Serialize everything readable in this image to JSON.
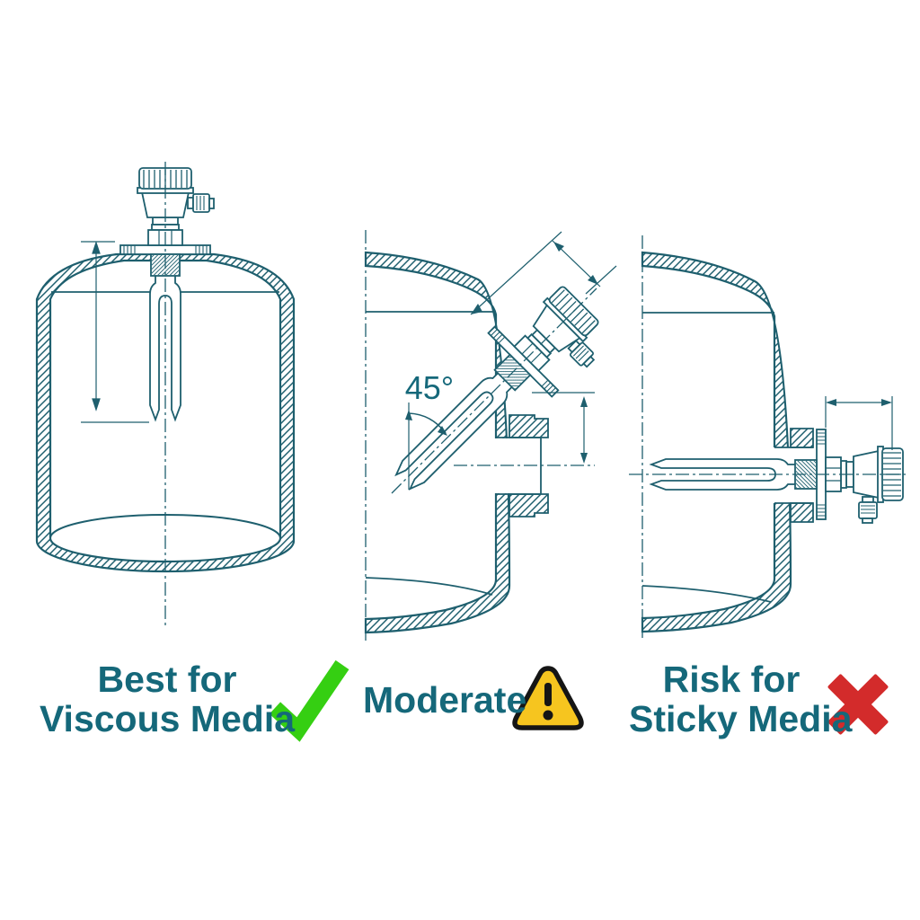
{
  "canvas": {
    "background": "#ffffff"
  },
  "colors": {
    "line": "#1e5f6e",
    "label_text": "#15687a",
    "check_green": "#35cf12",
    "warning_yellow": "#f6c51f",
    "warning_border": "#151515",
    "cross_red": "#d32b2b"
  },
  "panels": [
    {
      "id": "top-vertical-mount",
      "caption_line1": "Best for",
      "caption_line2": "Viscous Media",
      "verdict_icon": "check-mark"
    },
    {
      "id": "angled-45-mount",
      "caption_line1": "Moderate",
      "caption_line2": "",
      "verdict_icon": "warning-triangle",
      "angle_label": "45°"
    },
    {
      "id": "side-horizontal-mount",
      "caption_line1": "Risk for",
      "caption_line2": "Sticky Media",
      "verdict_icon": "cross-mark"
    }
  ]
}
